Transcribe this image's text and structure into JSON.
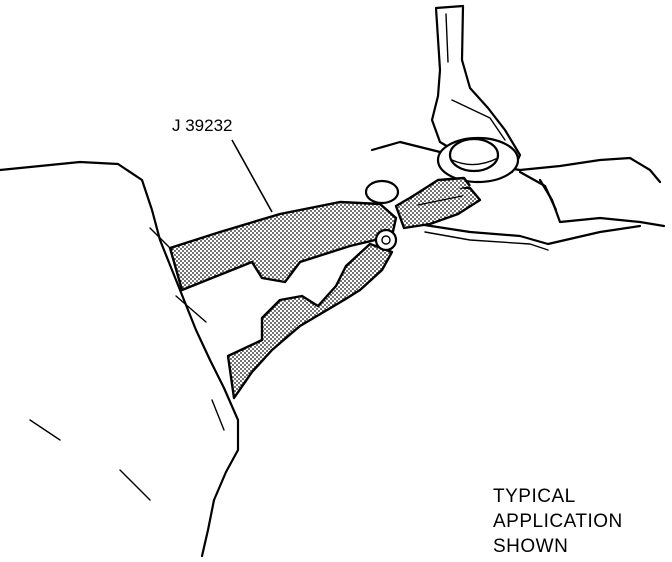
{
  "figure": {
    "tool_label": "J 39232",
    "caption_lines": [
      "TYPICAL",
      "APPLICATION",
      "SHOWN"
    ]
  },
  "colors": {
    "ink": "#000000",
    "paper": "#ffffff"
  }
}
